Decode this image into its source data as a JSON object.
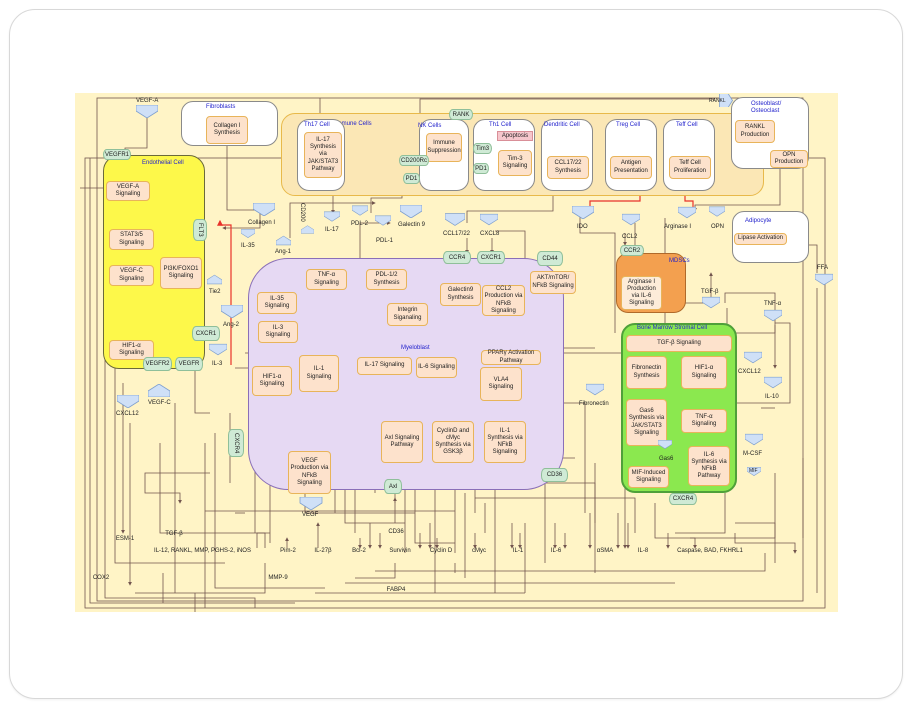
{
  "diagram": {
    "cells": {
      "fibroblasts": "Fibroblasts",
      "immune_cells": "Immune Cells",
      "th17": "Th17 Cell",
      "nk": "NK Cells",
      "th1": "Th1 Cell",
      "dendritic": "Dendritic Cell",
      "treg": "Treg Cell",
      "teff": "Teff Cell",
      "osteoblast": "Osteoblast/ Osteoclast",
      "endothelial": "Endothelial Cell",
      "adipocyte": "Adipocyte",
      "mdscs": "MDSCs",
      "myeloblast": "Myeloblast",
      "bmsc": "Bone Marrow Stromal Cell"
    },
    "processes": {
      "collagen_synth": "Collagen I Synthesis",
      "il17_synth": "IL-17 Synthesis via JAK/STAT3 Pathway",
      "immune_supp": "Immune Suppression",
      "apoptosis": "Apoptosis",
      "tim3_sig": "Tim-3 Signaling",
      "ccl1722_synth": "CCL17/22 Synthesis",
      "antigen_pres": "Antigen Presentation",
      "teff_prolif": "Teff Cell Proliferation",
      "rankl_prod": "RANKL Production",
      "opn_prod": "OPN Production",
      "lipase": "Lipase Activation",
      "vegfa_sig": "VEGF-A Signaling",
      "stat35_sig": "STAT3/5 Signaling",
      "vegfc_sig": "VEGF-C Signaling",
      "pi3k_sig": "PI3K/FOXO1 Signaling",
      "hif1a_endo": "HIF1-α Signaling",
      "tnfa_sig": "TNF-α Signaling",
      "pdl12_synth": "PDL-1/2 Synthesis",
      "galectin_synth": "Galectin9 Synthesis",
      "ccl2_prod": "CCL2 Production via NFkB Signaling",
      "akt_sig": "AKT/mTOR/ NFkB Signaling",
      "il35_sig": "IL-35 Signaling",
      "il3_sig": "IL-3 Signaling",
      "integrin_sig": "Integrin Siganaling",
      "il1_sig": "IL-1 Signaling",
      "hif1a_myelo": "HIF1-α Signaling",
      "il17_sig": "IL-17 Signaling",
      "il6_sig": "IL-6 Signaling",
      "ppar": "PPARγ Activation Pathway",
      "vla4": "VLA4 Signaling",
      "axl_sig": "Axl Signaling Pathway",
      "cyclind": "CyclinD and cMyc Synthesis via GSK3β",
      "il1_synth": "IL-1 Synthesis via NFkB Signaling",
      "vegf_prod": "VEGF Production via NFkB Signaling",
      "arginase_prod": "Arginase I Production via IL-6 Signaling",
      "tgfb_sig": "TGF-β Signaling",
      "fibronectin_synth": "Fibronectin Synthesis",
      "hif1a_bmsc": "HIF1-α Signaling",
      "gas6_synth": "Gas6 Synthesis via JAK/STAT3 Signaling",
      "tnfa_bmsc": "TNF-α Signaling",
      "il6_synth": "IL-6 Synthesis via NFkB Pathway",
      "mif_sig": "MIF-Induced Signaling"
    },
    "receptors": {
      "vegfr1": "VEGFR1",
      "flt3": "FLT3",
      "cd200rc": "CD200Rc",
      "pd1_nk": "PD1",
      "rank": "RANK",
      "tim3": "Tim3",
      "pd1_th1": "PD1",
      "ccr4": "CCR4",
      "cxcr1_top": "CXCR1",
      "cd44": "CD44",
      "ccr2": "CCR2",
      "cxcr1_left": "CXCR1",
      "vegfr2": "VEGFR2",
      "vegfr": "VEGFR",
      "cxcr4_left": "CXCR4",
      "axl": "Axl",
      "cd36": "CD36",
      "cxcr4_bmsc": "CXCR4"
    },
    "ligands": {
      "vegfa": "VEGF-A",
      "rankl": "RANKL",
      "collagen": "Collagen I",
      "il35": "IL-35",
      "ang1": "Ang-1",
      "cd200": "CD200",
      "il17": "IL-17",
      "pdl2": "PDL-2",
      "pdl1": "PDL-1",
      "galectin9": "Galectin 9",
      "ccl1722": "CCL17/22",
      "cxcl8": "CXCL8",
      "ido": "IDO",
      "ccl2": "CCL2",
      "arginase": "Arginase I",
      "opn": "OPN",
      "tie2": "Tie2",
      "ang2": "Ang-2",
      "il3": "IL-3",
      "vegfc": "VEGF-C",
      "cxcl12_left": "CXCL12",
      "vegf": "VEGF",
      "fibronectin": "Fibronectin",
      "gas6": "Gas6",
      "ffa": "FFA",
      "tgfb": "TGF-β",
      "tnfa": "TNF-α",
      "cxcl12_right": "CXCL12",
      "il10": "IL-10",
      "mcsf": "M-CSF",
      "mif": "MIF"
    },
    "outputs": {
      "esm1": "ESM-1",
      "tgfb_out": "TGF-β",
      "il12": "IL-12, RANKL, MMP, PGHS-2, iNOS",
      "pim2": "Pim-2",
      "il27b": "IL-27β",
      "bcl2": "Bcl-2",
      "survivin": "Survivin",
      "cyclind_out": "Cyclin D",
      "cmyc": "cMyc",
      "il1_out": "IL-1",
      "il6_out": "IL-6",
      "asma": "αSMA",
      "il8": "IL-8",
      "caspase": "Caspase, BAD, FKHRL1",
      "cd36_out": "CD36",
      "mmp9": "MMP-9",
      "cox2": "COX2",
      "fabp4": "FABP4"
    }
  },
  "colors": {
    "background": "#fff4c6",
    "process_fill": "#fde2cc",
    "process_border": "#e8b45a",
    "receptor_fill": "#cfead5",
    "ligand_fill": "#cfe0f7",
    "output_fill": "#d9c6ee",
    "endothelial_fill": "#fdf84a",
    "myeloblast_fill": "#e6d9f3",
    "bmsc_fill": "#8be84f",
    "mdsc_fill": "#f3a04f",
    "label_blue": "#2222cc",
    "inhibition_red": "#e8322a",
    "wire": "#5a3a3a"
  }
}
